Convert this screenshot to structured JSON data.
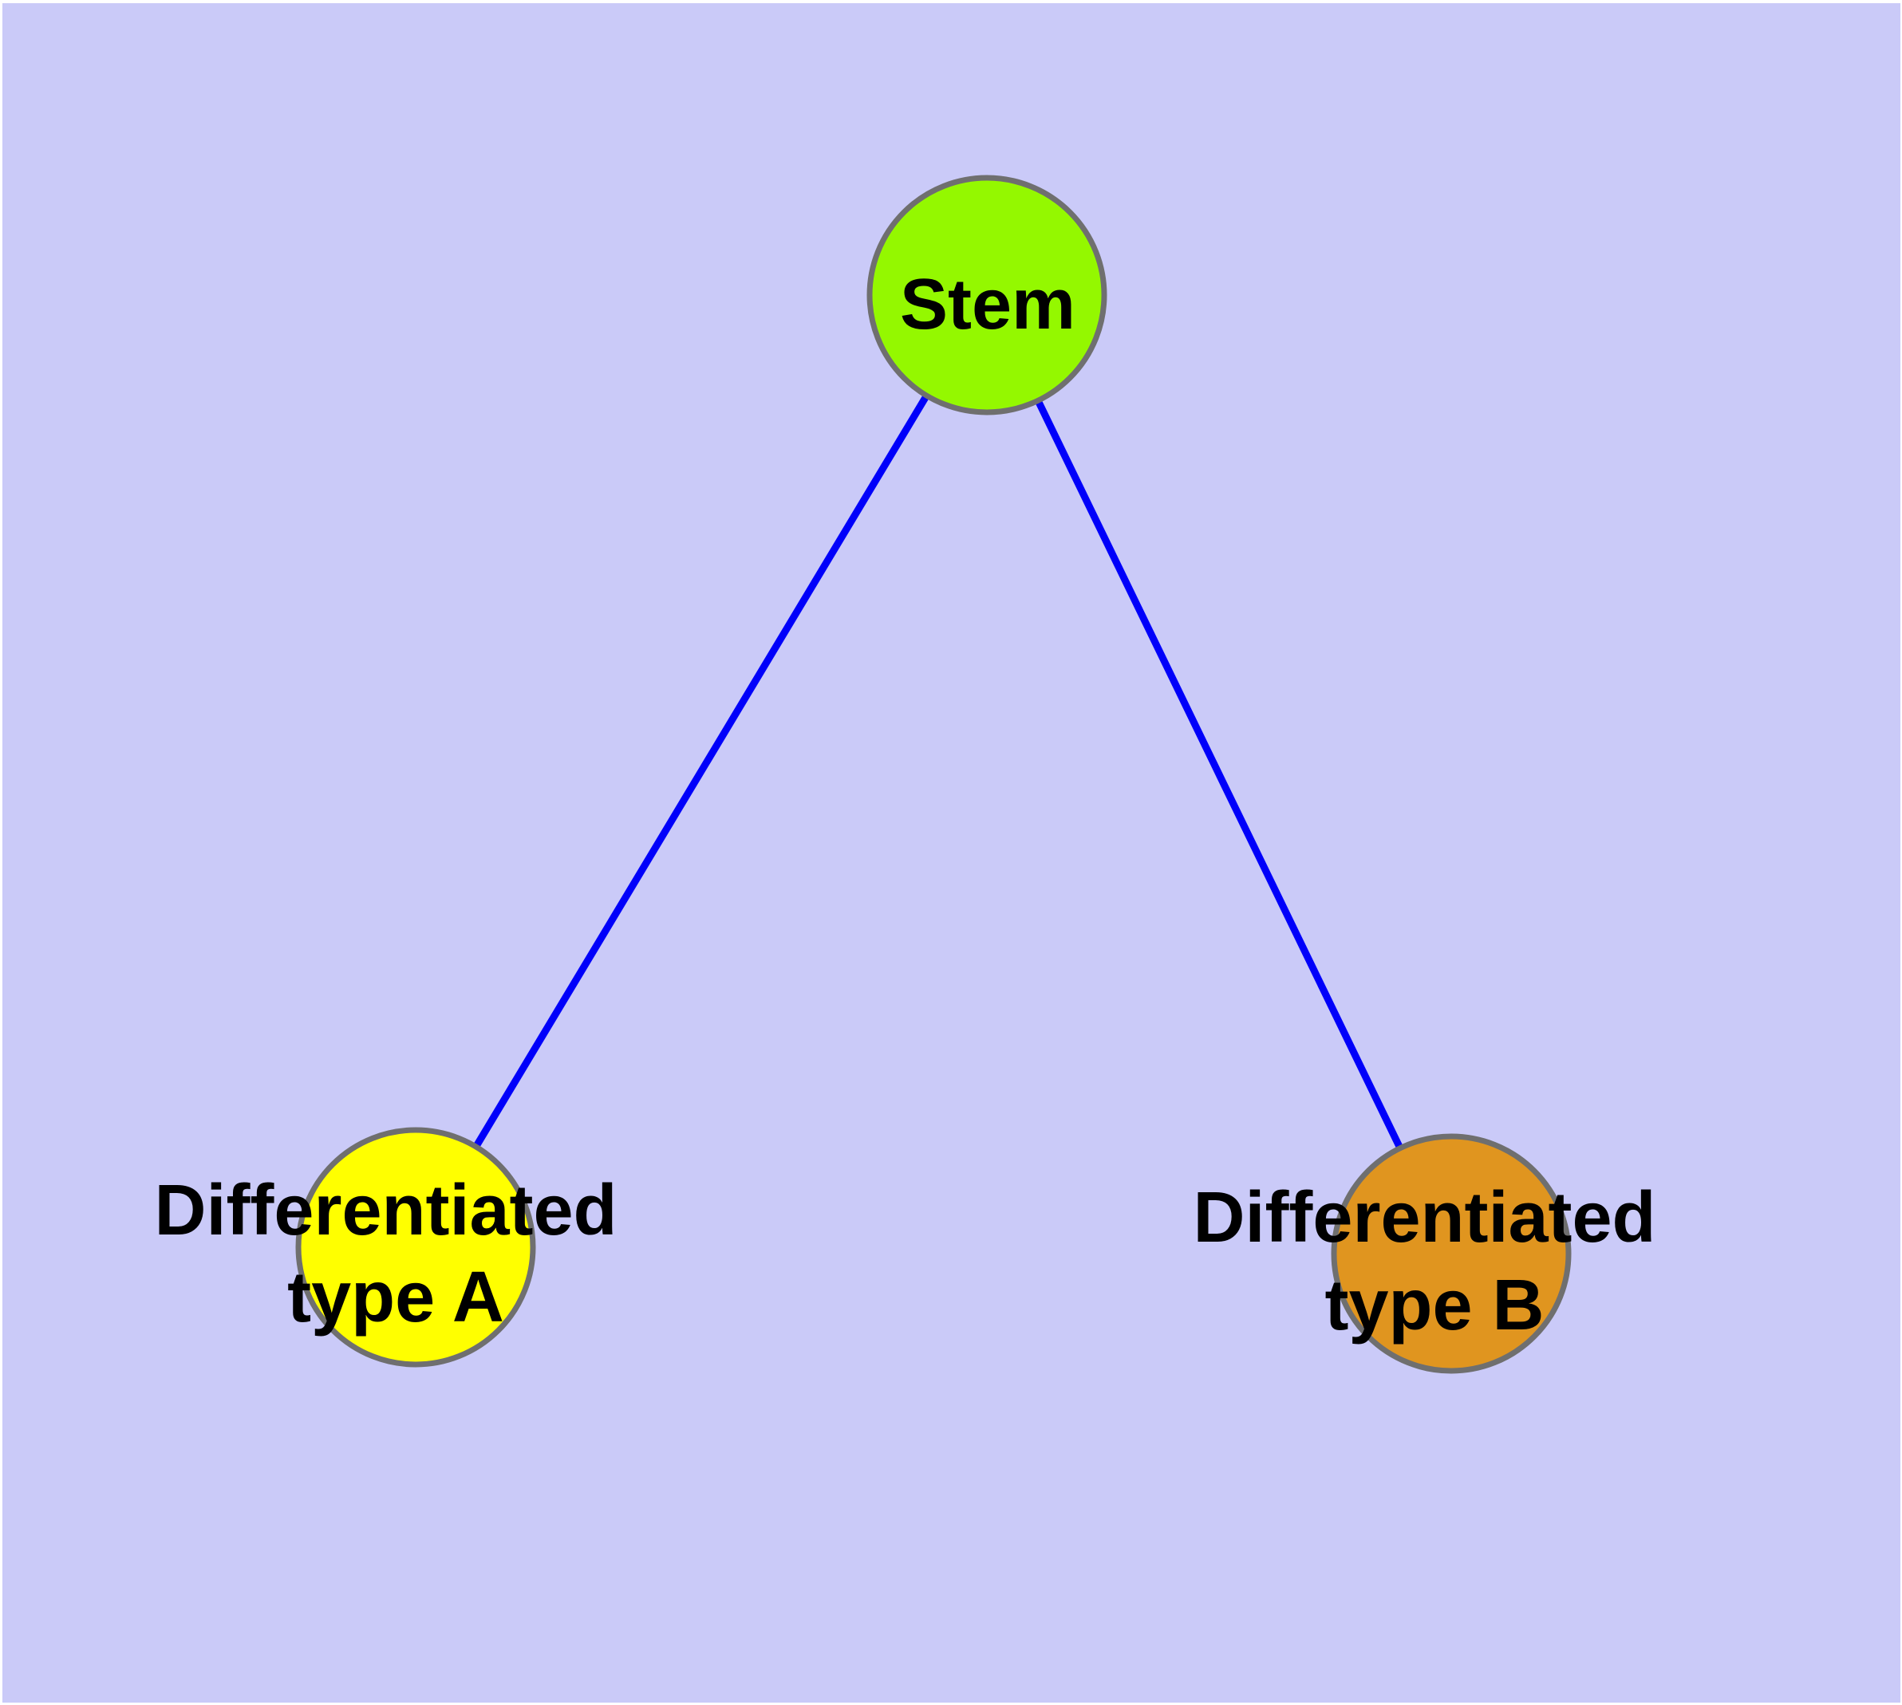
{
  "diagram": {
    "type": "node-link-graph",
    "background_color": "#CACAF8",
    "frame_color": "#FFFFFF",
    "edge_color": "#0000FA",
    "node_border_color": "#6F6F6F",
    "label_color": "#000000",
    "nodes": [
      {
        "id": "stem",
        "label": "Stem",
        "fill": "#94F800"
      },
      {
        "id": "differentiated-type-a",
        "label": "Differentiated type A",
        "label_line1": "Differentiated",
        "label_line2": "type A",
        "fill": "#FFFF00"
      },
      {
        "id": "differentiated-type-b",
        "label": "Differentiated type B",
        "label_line1": "Differentiated",
        "label_line2": "type B",
        "fill": "#E0951F"
      }
    ],
    "edges": [
      {
        "from": "stem",
        "to": "differentiated-type-a"
      },
      {
        "from": "stem",
        "to": "differentiated-type-b"
      }
    ]
  }
}
